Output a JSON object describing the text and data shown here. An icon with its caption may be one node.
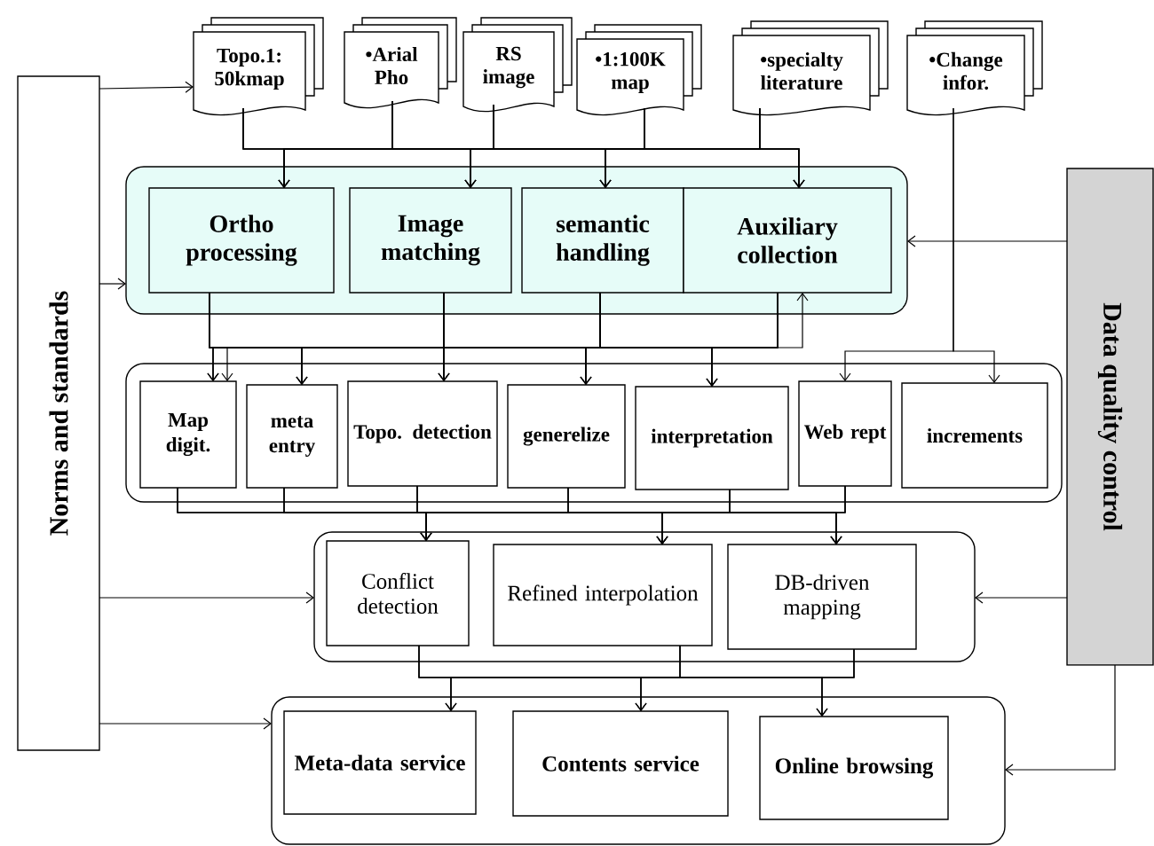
{
  "diagram": {
    "nodes": [
      {
        "text": [
          "Norms and standards"
        ]
      },
      {
        "text": [
          "Topo.1: 50kmap"
        ]
      },
      {
        "text": [
          "•Arial Pho"
        ]
      },
      {
        "text": [
          "RS image"
        ]
      },
      {
        "text": [
          "•1:100K map"
        ]
      },
      {
        "text": [
          "•specialty literature"
        ]
      },
      {
        "text": [
          "•Change infor."
        ]
      },
      {
        "text": [
          "Data quality control"
        ]
      },
      {
        "text": [],
        "shape": "box"
      },
      {
        "text": [
          "Ortho processing"
        ],
        "in": 8
      },
      {
        "text": [
          "Image matching"
        ],
        "in": 8
      },
      {
        "text": [
          "semantic handling"
        ],
        "in": 8
      },
      {
        "text": [
          "Auxiliary collection"
        ],
        "in": 8
      },
      {
        "text": [],
        "shape": "box"
      },
      {
        "text": [
          "Map digit."
        ],
        "in": 13
      },
      {
        "text": [
          "meta entry"
        ],
        "in": 13
      },
      {
        "text": [
          "Topo. detection"
        ],
        "in": 13
      },
      {
        "text": [
          "generelize"
        ],
        "in": 13
      },
      {
        "text": [
          "interpretation"
        ],
        "in": 13
      },
      {
        "text": [
          "Web rept"
        ],
        "in": 13
      },
      {
        "text": [
          "increments"
        ],
        "in": 13
      },
      {
        "text": [],
        "shape": "box"
      },
      {
        "text": [
          "Conflict detection"
        ],
        "in": 21
      },
      {
        "text": [
          "Refined interpolation"
        ],
        "in": 21
      },
      {
        "text": [
          "DB-driven mapping"
        ],
        "in": 21
      },
      {
        "text": [],
        "shape": "box"
      },
      {
        "text": [
          "Meta-data service"
        ],
        "in": 25
      },
      {
        "text": [
          "Contents service"
        ],
        "in": 25
      },
      {
        "text": [
          "Online browsing"
        ],
        "in": 25
      }
    ],
    "edges": [
      {
        "from": 0,
        "to": 1,
        "arrow": "to"
      },
      {
        "from": 0,
        "to": 8,
        "arrow": "to"
      },
      {
        "from": 0,
        "to": 21,
        "arrow": "to"
      },
      {
        "from": 0,
        "to": 25,
        "arrow": "to"
      },
      {
        "from": 1,
        "to": 9,
        "arrow": "to"
      },
      {
        "from": 1,
        "to": 10,
        "arrow": "to"
      },
      {
        "from": 1,
        "to": 11,
        "arrow": "to"
      },
      {
        "from": 1,
        "to": 12,
        "arrow": "to"
      },
      {
        "from": 2,
        "to": 9,
        "arrow": "to"
      },
      {
        "from": 2,
        "to": 10,
        "arrow": "to"
      },
      {
        "from": 2,
        "to": 11,
        "arrow": "to"
      },
      {
        "from": 2,
        "to": 12,
        "arrow": "to"
      },
      {
        "from": 3,
        "to": 9,
        "arrow": "to"
      },
      {
        "from": 3,
        "to": 10,
        "arrow": "to"
      },
      {
        "from": 3,
        "to": 11,
        "arrow": "to"
      },
      {
        "from": 3,
        "to": 12,
        "arrow": "to"
      },
      {
        "from": 4,
        "to": 9,
        "arrow": "to"
      },
      {
        "from": 4,
        "to": 10,
        "arrow": "to"
      },
      {
        "from": 4,
        "to": 11,
        "arrow": "to"
      },
      {
        "from": 4,
        "to": 12,
        "arrow": "to"
      },
      {
        "from": 5,
        "to": 9,
        "arrow": "to"
      },
      {
        "from": 5,
        "to": 10,
        "arrow": "to"
      },
      {
        "from": 5,
        "to": 11,
        "arrow": "to"
      },
      {
        "from": 5,
        "to": 12,
        "arrow": "to"
      },
      {
        "from": 9,
        "to": 14,
        "arrow": "to"
      },
      {
        "from": 9,
        "to": 15,
        "arrow": "to"
      },
      {
        "from": 9,
        "to": 16,
        "arrow": "to"
      },
      {
        "from": 9,
        "to": 17,
        "arrow": "to"
      },
      {
        "from": 9,
        "to": 18,
        "arrow": "to"
      },
      {
        "from": 10,
        "to": 14,
        "arrow": "to"
      },
      {
        "from": 10,
        "to": 15,
        "arrow": "to"
      },
      {
        "from": 10,
        "to": 16,
        "arrow": "to"
      },
      {
        "from": 10,
        "to": 17,
        "arrow": "to"
      },
      {
        "from": 10,
        "to": 18,
        "arrow": "to"
      },
      {
        "from": 11,
        "to": 14,
        "arrow": "to"
      },
      {
        "from": 11,
        "to": 15,
        "arrow": "to"
      },
      {
        "from": 11,
        "to": 16,
        "arrow": "to"
      },
      {
        "from": 11,
        "to": 17,
        "arrow": "to"
      },
      {
        "from": 11,
        "to": 18,
        "arrow": "to"
      },
      {
        "from": 12,
        "to": 14,
        "arrow": "both"
      },
      {
        "from": 12,
        "to": 15,
        "arrow": "to"
      },
      {
        "from": 12,
        "to": 16,
        "arrow": "to"
      },
      {
        "from": 12,
        "to": 17,
        "arrow": "to"
      },
      {
        "from": 12,
        "to": 18,
        "arrow": "to"
      },
      {
        "from": 6,
        "to": 19,
        "arrow": "to"
      },
      {
        "from": 6,
        "to": 20,
        "arrow": "to"
      },
      {
        "from": 7,
        "to": 8,
        "arrow": "to"
      },
      {
        "from": 7,
        "to": 21,
        "arrow": "to"
      },
      {
        "from": 7,
        "to": 25,
        "arrow": "to"
      },
      {
        "from": 14,
        "to": 22,
        "arrow": "to"
      },
      {
        "from": 14,
        "to": 23,
        "arrow": "to"
      },
      {
        "from": 14,
        "to": 24,
        "arrow": "to"
      },
      {
        "from": 15,
        "to": 22,
        "arrow": "to"
      },
      {
        "from": 15,
        "to": 23,
        "arrow": "to"
      },
      {
        "from": 15,
        "to": 24,
        "arrow": "to"
      },
      {
        "from": 16,
        "to": 22,
        "arrow": "to"
      },
      {
        "from": 16,
        "to": 23,
        "arrow": "to"
      },
      {
        "from": 16,
        "to": 24,
        "arrow": "to"
      },
      {
        "from": 17,
        "to": 22,
        "arrow": "to"
      },
      {
        "from": 17,
        "to": 23,
        "arrow": "to"
      },
      {
        "from": 17,
        "to": 24,
        "arrow": "to"
      },
      {
        "from": 18,
        "to": 22,
        "arrow": "to"
      },
      {
        "from": 18,
        "to": 23,
        "arrow": "to"
      },
      {
        "from": 18,
        "to": 24,
        "arrow": "to"
      },
      {
        "from": 19,
        "to": 22,
        "arrow": "to"
      },
      {
        "from": 19,
        "to": 23,
        "arrow": "to"
      },
      {
        "from": 19,
        "to": 24,
        "arrow": "to"
      },
      {
        "from": 22,
        "to": 26,
        "arrow": "to"
      },
      {
        "from": 22,
        "to": 27,
        "arrow": "to"
      },
      {
        "from": 22,
        "to": 28,
        "arrow": "to"
      },
      {
        "from": 23,
        "to": 26,
        "arrow": "to"
      },
      {
        "from": 23,
        "to": 27,
        "arrow": "to"
      },
      {
        "from": 23,
        "to": 28,
        "arrow": "to"
      },
      {
        "from": 24,
        "to": 26,
        "arrow": "to"
      },
      {
        "from": 24,
        "to": 27,
        "arrow": "to"
      },
      {
        "from": 24,
        "to": 28,
        "arrow": "to"
      }
    ]
  }
}
